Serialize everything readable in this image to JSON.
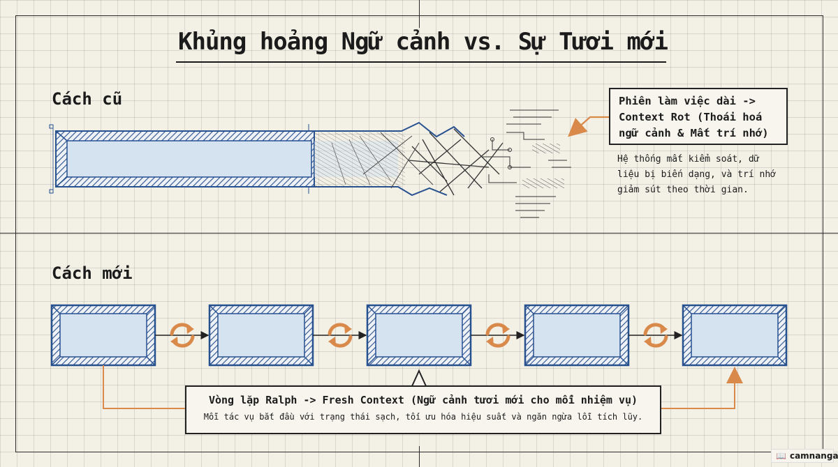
{
  "title": "Khủng hoảng Ngữ cảnh vs. Sự Tươi mới",
  "old_way": {
    "label": "Cách cũ",
    "callout_lines": [
      "Phiên làm việc dài ->",
      "Context Rot (Thoái hoá",
      "ngữ cảnh & Mất trí nhớ)"
    ],
    "description_lines": [
      "Hệ thống mất kiểm soát, dữ",
      "liệu bị biến dạng, và trí nhớ",
      "giảm sút theo thời gian."
    ]
  },
  "new_way": {
    "label": "Cách mới",
    "block_count_label": "",
    "loop_title": "Vòng lặp Ralph -> Fresh Context (Ngữ cảnh tươi mới cho mỗi nhiệm vụ)",
    "loop_description": "Mỗi tác vụ bắt đầu với trạng thái sạch, tối ưu hóa hiệu suất và ngăn ngừa lỗi tích lũy."
  },
  "colors": {
    "block_stroke": "#27508f",
    "block_fill": "#d5e2ef",
    "arrow_orange": "#d9894a",
    "ink": "#1b1b1b"
  },
  "icons": [
    "refresh-cycle-icon",
    "book-icon"
  ],
  "brand": {
    "name": "camnangai"
  }
}
